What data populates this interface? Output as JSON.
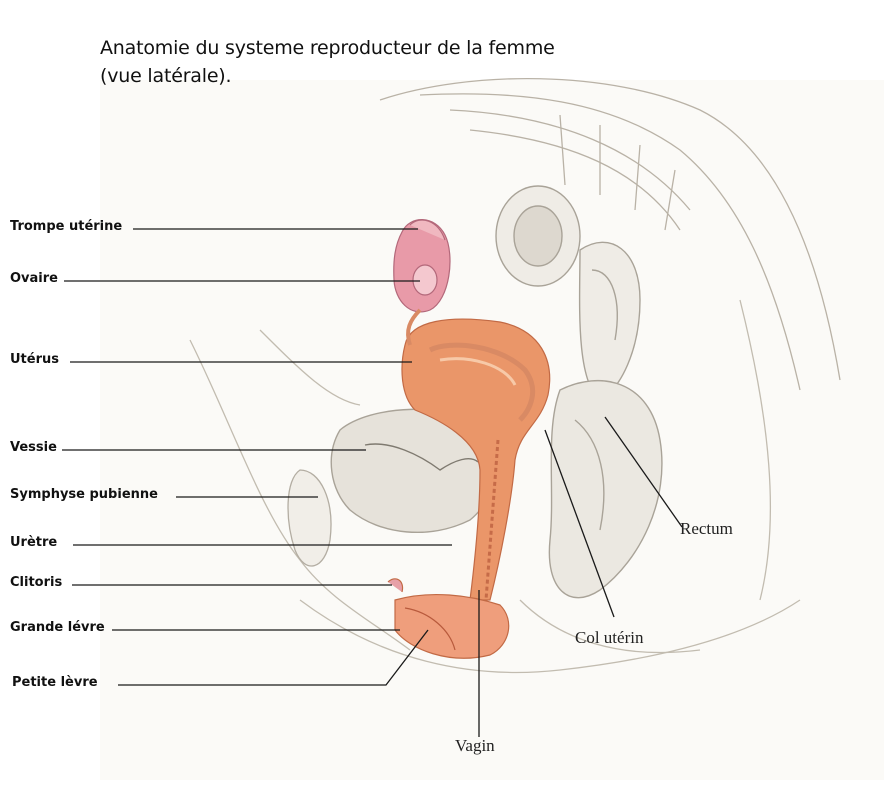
{
  "title": {
    "line1": "Anatomie du systeme reproducteur de la femme",
    "line2": "(vue latérale)."
  },
  "labels_left": [
    "Trompe utérine",
    "Ovaire",
    "Utérus",
    "Vessie",
    "Symphyse pubienne",
    "Urètre",
    "Clitoris",
    "Grande lévre",
    "Petite lèvre"
  ],
  "labels_right": {
    "rectum": "Rectum",
    "col": "Col utérin",
    "vagin": "Vagin"
  },
  "colors": {
    "uterus": "#e9956a",
    "uterus_light": "#f2b890",
    "ovary": "#e79aa6",
    "tissue_line": "#b9b2a6",
    "leader": "#1a1a1a",
    "bladder": "#d8d5cd"
  }
}
